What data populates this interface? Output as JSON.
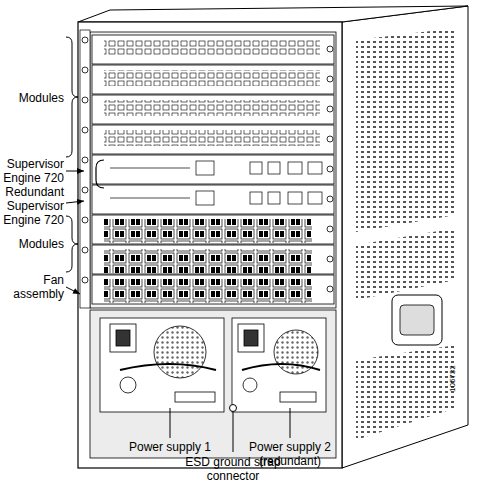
{
  "diagram": {
    "labels": [
      "Modules",
      "Supervisor Engine 720",
      "Redundant Supervisor Engine 720",
      "Modules",
      "Fan assembly",
      "Power supply 1",
      "ESD ground strap connector",
      "Power supply 2 (redundant)",
      "105732"
    ]
  }
}
